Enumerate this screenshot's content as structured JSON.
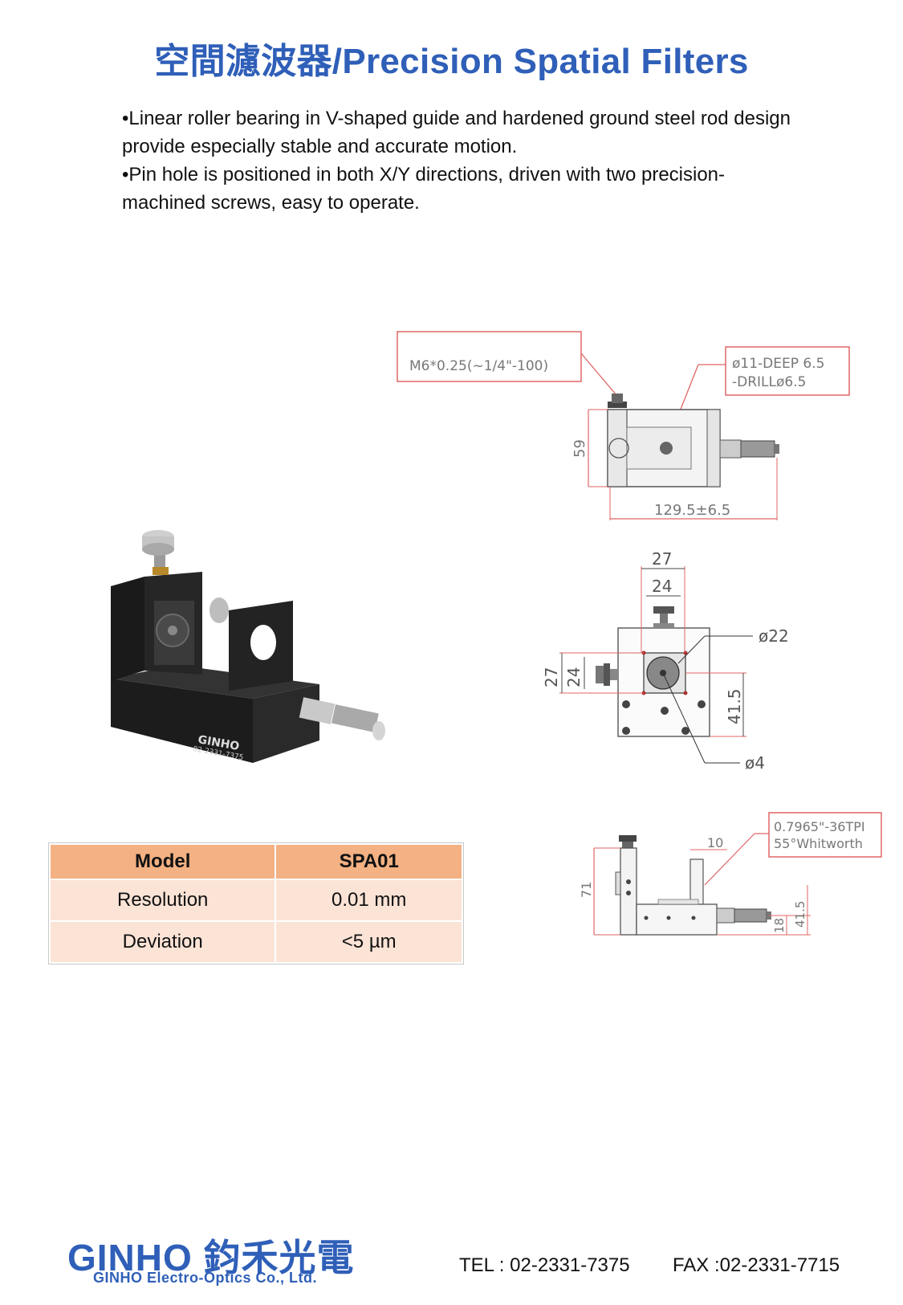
{
  "title": "空間濾波器/Precision Spatial Filters",
  "intro": [
    "•Linear roller bearing in V-shaped guide and hardened ground steel rod design provide especially stable and accurate motion.",
    "•Pin hole is positioned in both X/Y directions, driven with two precision-machined screws, easy to operate."
  ],
  "drawings": {
    "top_view": {
      "thread_callout": "M6*0.25(~1/4\"-100)",
      "hole_callout_1": "ø11-DEEP 6.5",
      "hole_callout_2": "-DRILLø6.5",
      "dim_height": "59",
      "dim_width": "129.5±6.5"
    },
    "front_view": {
      "dim_outer_width": "27",
      "dim_inner_width": "24",
      "dim_bore": "ø22",
      "dim_outer_height": "27",
      "dim_inner_height": "24",
      "dim_axis_height": "41.5",
      "dim_pinhole": "ø4"
    },
    "side_view": {
      "thread_callout_1": "0.7965\"-36TPI",
      "thread_callout_2": "55°Whitworth",
      "dim_gap": "10",
      "dim_total_height": "71",
      "dim_base_height": "18",
      "dim_axis_height": "41.5"
    }
  },
  "product_photo": {
    "brand": "GINHO",
    "phone": "02-2331-7375"
  },
  "table": {
    "headers": [
      "Model",
      "SPA01"
    ],
    "rows": [
      {
        "label": "Resolution",
        "value": "0.01 mm"
      },
      {
        "label": "Deviation",
        "value": "<5 µm"
      }
    ]
  },
  "footer": {
    "logo_wordmark": "GINHO 鈞禾光電",
    "logo_sub": "GINHO Electro-Optics Co., Ltd.",
    "tel": "TEL : 02-2331-7375",
    "fax": "FAX :02-2331-7715"
  },
  "colors": {
    "brand_blue": "#2f5fb8",
    "table_header": "#f4b183",
    "table_row": "#fbe3d6",
    "callout_red": "#e06666"
  }
}
